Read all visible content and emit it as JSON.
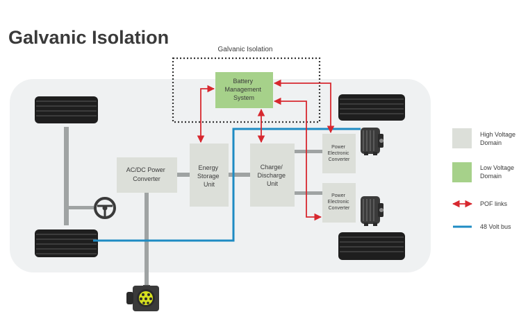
{
  "page_title": "Galvanic Isolation",
  "isolation_box_label": "Galvanic Isolation",
  "blocks": {
    "bms": [
      "Battery",
      "Management",
      "System"
    ],
    "ess": [
      "Energy",
      "Storage",
      "Unit"
    ],
    "acdc": [
      "AC/DC Power",
      "Converter"
    ],
    "charge": [
      "Charge/",
      "Discharge",
      "Unit"
    ],
    "pec_top": [
      "Power",
      "Electronic",
      "Converter"
    ],
    "pec_bottom": [
      "Power",
      "Electronic",
      "Converter"
    ]
  },
  "legend": {
    "high_voltage": [
      "High Voltage",
      "Domain"
    ],
    "low_voltage": [
      "Low Voltage",
      "Domain"
    ],
    "pof_links": "POF links",
    "bus_48v": "48 Volt bus"
  },
  "colors": {
    "high_voltage_fill": "#dcdfd9",
    "low_voltage_fill": "#a6d18a",
    "pof_link": "#d7282f",
    "bus_48v": "#1e8bc3",
    "vehicle_body": "#eff1f2"
  }
}
